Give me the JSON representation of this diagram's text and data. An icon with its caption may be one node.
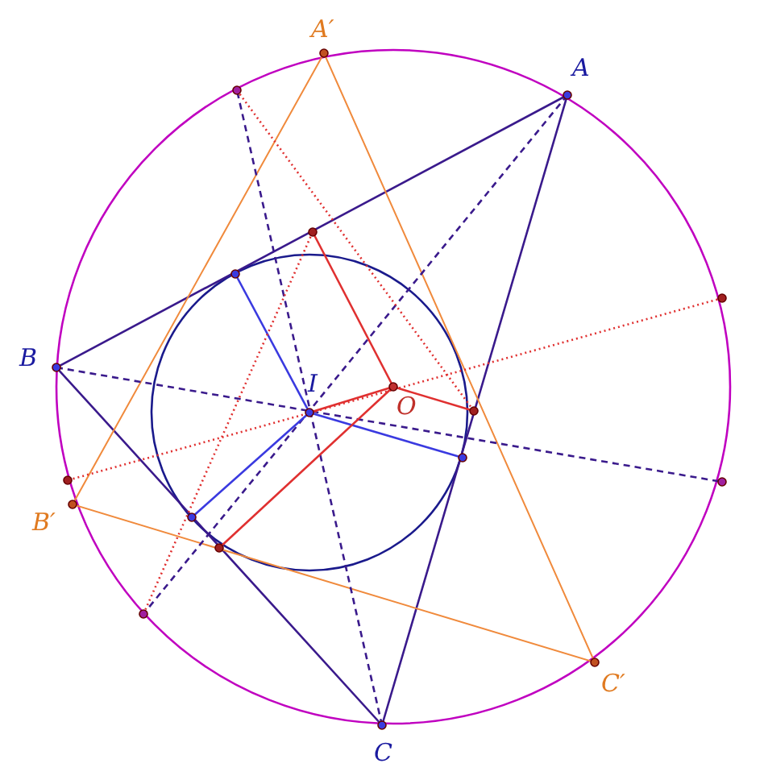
{
  "diagram": {
    "labels": [
      "A′",
      "A",
      "B",
      "I",
      "O",
      "B′",
      "C′",
      "C"
    ]
  }
}
